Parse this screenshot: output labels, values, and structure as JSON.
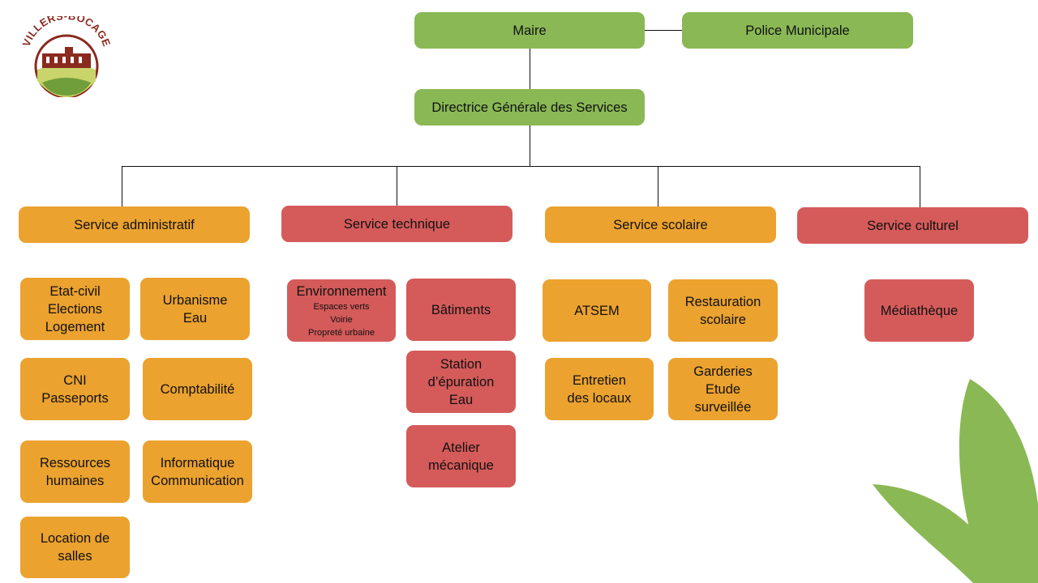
{
  "logo": {
    "name": "VILLERS-BOCAGE",
    "colors": {
      "text": "#8b2a1f",
      "field_light": "#c9d46b",
      "field_dark": "#6f9e3a",
      "building": "#8b2a1f"
    }
  },
  "colors": {
    "green": "#8ab855",
    "orange": "#eba22f",
    "red": "#d45b5a",
    "leaf": "#8ab855",
    "connector": "#111111"
  },
  "top": {
    "maire": "Maire",
    "police": "Police Municipale",
    "dgs": "Directrice Générale des Services"
  },
  "services": {
    "administratif": {
      "title": "Service administratif",
      "units": {
        "etat_civil": [
          "Etat-civil",
          "Elections",
          "Logement"
        ],
        "urbanisme": [
          "Urbanisme",
          "Eau"
        ],
        "cni": [
          "CNI",
          "Passeports"
        ],
        "comptabilite": [
          "Comptabilité"
        ],
        "rh": [
          "Ressources",
          "humaines"
        ],
        "informatique": [
          "Informatique",
          "Communication"
        ],
        "location": [
          "Location de",
          "salles"
        ]
      }
    },
    "technique": {
      "title": "Service technique",
      "units": {
        "environnement": {
          "title": "Environnement",
          "details": [
            "Espaces verts",
            "Voirie",
            "Propreté urbaine"
          ]
        },
        "batiments": [
          "Bâtiments"
        ],
        "station": [
          "Station",
          "d’épuration",
          "Eau"
        ],
        "atelier": [
          "Atelier",
          "mécanique"
        ]
      }
    },
    "scolaire": {
      "title": "Service scolaire",
      "units": {
        "atsem": [
          "ATSEM"
        ],
        "restauration": [
          "Restauration",
          "scolaire"
        ],
        "entretien": [
          "Entretien",
          "des locaux"
        ],
        "garderies": [
          "Garderies",
          "Etude",
          "surveillée"
        ]
      }
    },
    "culturel": {
      "title": "Service culturel",
      "units": {
        "mediatheque": [
          "Médiathèque"
        ]
      }
    }
  }
}
